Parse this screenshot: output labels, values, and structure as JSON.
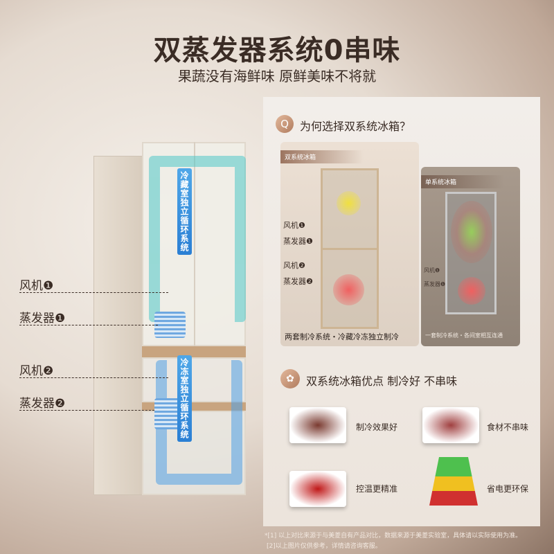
{
  "title": "双蒸发器系统0串味",
  "subtitle": "果蔬没有海鲜味  原鲜美味不将就",
  "fridge_labels": {
    "fan1": "风机❶",
    "evap1": "蒸发器❶",
    "fan2": "风机❷",
    "evap2": "蒸发器❷",
    "upper_cycle": "冷藏室独立循环系统",
    "lower_cycle": "冷冻室独立循环系统"
  },
  "question": {
    "icon": "Q",
    "text": "为何选择双系统冰箱？"
  },
  "dual": {
    "tag": "双系统冰箱",
    "fan1": "风机❶",
    "evap1": "蒸发器❶",
    "fan2": "风机❷",
    "evap2": "蒸发器❷",
    "caption": "两套制冷系统・冷藏冷冻独立制冷"
  },
  "single": {
    "tag": "单系统冰箱",
    "fan1": "风机❶",
    "evap1": "蒸发器❶",
    "caption": "一套制冷系统・各间室相互连通"
  },
  "advantages": {
    "title": "双系统冰箱优点 制冷好 不串味",
    "items": [
      {
        "label": "制冷效果好",
        "icon": "lobster"
      },
      {
        "label": "食材不串味",
        "icon": "steak"
      },
      {
        "label": "控温更精准",
        "icon": "cherries"
      },
      {
        "label": "省电更环保",
        "icon": "energy-label"
      }
    ]
  },
  "footnotes": [
    "*[1] 以上对比来源于与美菱自有产品对比，数据来源于美菱实验室，具体请以实际使用为准。",
    "[2]以上图片仅供参考，详情请咨询客服。"
  ],
  "colors": {
    "accent": "#b07c5f",
    "arrow_blue": "#2a7fd4",
    "text": "#3a2c25"
  }
}
